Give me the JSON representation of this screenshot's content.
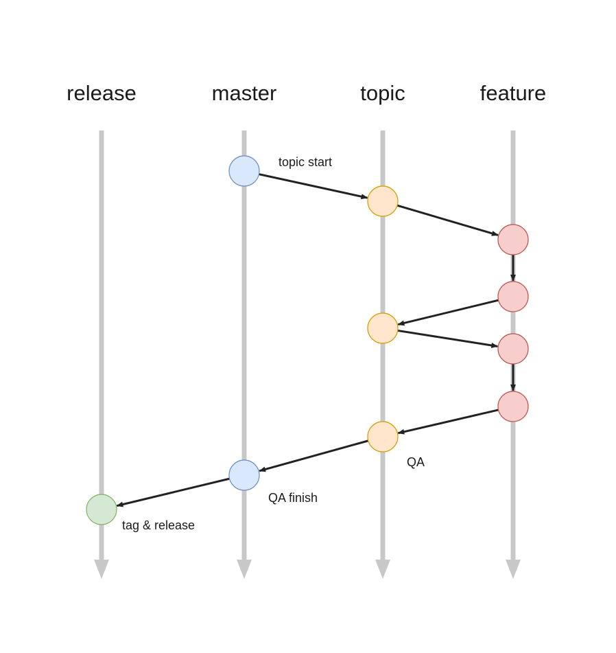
{
  "lanes": [
    {
      "id": "release",
      "label": "release"
    },
    {
      "id": "master",
      "label": "master"
    },
    {
      "id": "topic",
      "label": "topic"
    },
    {
      "id": "feature",
      "label": "feature"
    }
  ],
  "colors": {
    "lane_line": "#c8c8c8",
    "arrow": "#222222",
    "master_fill": "#dae8fc",
    "master_stroke": "#6c8ebf",
    "topic_fill": "#ffe6cc",
    "topic_stroke": "#d79b00",
    "feature_fill": "#f8cecc",
    "feature_stroke": "#b85450",
    "release_fill": "#d5e8d4",
    "release_stroke": "#82b366"
  },
  "commits": [
    {
      "id": "m1",
      "lane": "master"
    },
    {
      "id": "t1",
      "lane": "topic"
    },
    {
      "id": "f1",
      "lane": "feature"
    },
    {
      "id": "f2",
      "lane": "feature"
    },
    {
      "id": "t2",
      "lane": "topic"
    },
    {
      "id": "f3",
      "lane": "feature"
    },
    {
      "id": "f4",
      "lane": "feature"
    },
    {
      "id": "t3",
      "lane": "topic"
    },
    {
      "id": "m2",
      "lane": "master"
    },
    {
      "id": "r1",
      "lane": "release"
    }
  ],
  "edges": [
    {
      "from": "m1",
      "to": "t1"
    },
    {
      "from": "t1",
      "to": "f1"
    },
    {
      "from": "f1",
      "to": "f2"
    },
    {
      "from": "f2",
      "to": "t2"
    },
    {
      "from": "t2",
      "to": "f3"
    },
    {
      "from": "f3",
      "to": "f4"
    },
    {
      "from": "f4",
      "to": "t3"
    },
    {
      "from": "t3",
      "to": "m2"
    },
    {
      "from": "m2",
      "to": "r1"
    }
  ],
  "annotations": {
    "topic_start": "topic start",
    "qa": "QA",
    "qa_finish": "QA finish",
    "tag_release": "tag & release"
  }
}
